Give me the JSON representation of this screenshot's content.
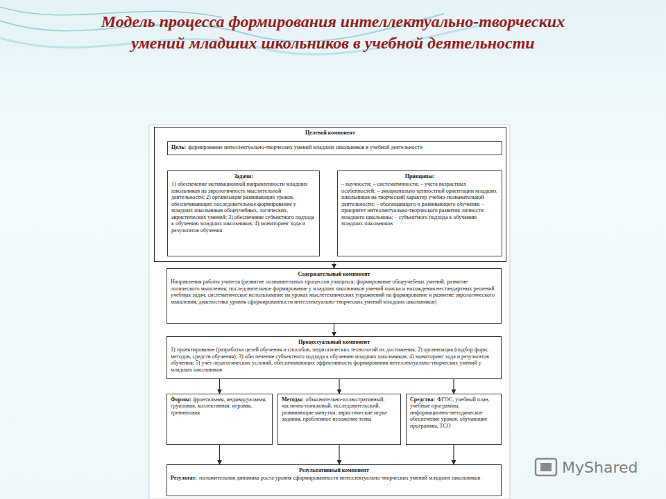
{
  "diagram": {
    "title": "Модель процесса формирования интеллектуально-творческих умений младших школьников в учебной деятельности",
    "nodes": [
      {
        "text": [
          "Целевой компонент"
        ]
      },
      {
        "text": [
          "Цель:",
          "формирование интеллектуально-творческих умений младших школьников в учебной деятельности"
        ],
        "in": 0
      },
      {
        "text": [
          "Задачи:",
          "1) обеспечение мотивационной направленности младших школьников на эврологичность мыслительной деятельности; 2) организация развивающих уроков, обеспечивающих последовательное формирование у младших школьников общеучебных, логических, эвристических умений; 3) обеспечение субъектного подхода к обучению младших школьников; 4) мониторинг хода и результатов обучения"
        ],
        "in": 0
      },
      {
        "text": [
          "Принципы:",
          "– научности; – систематичности; – учета возрастных особенностей; – эмоционально-ценностной ориентации младших школьников на творческий характер учебно-познавательной деятельности; – обогащающего и развивающего обучения; – приоритет интеллектуально-творческого развития личности младшего школьника; – субъектного подхода к обучению младших школьников"
        ],
        "in": 0
      },
      {
        "text": [
          "Содержательный компонент",
          "Направления работы учителя (развитие познавательных процессов учащихся; формирование общеучебных умений; развитие логического мышления; последовательное формирование у младших школьников умений поиска и нахождения нестандартных решений учебных задач; систематическое использование на уроках мыслетехнических упражнений на формирование и развитие эврологического мышления; диагностика уровня сформированности интеллектуально-творческих умений младших школьников)"
        ]
      },
      {
        "text": [
          "Процессуальный компонент",
          "1) проектирование (разработка целей обучения и способов, педагогических технологий их достижения; 2) организация (подбор форм, методов, средств обучения); 3) обеспечение субъектного подхода к обучению младших школьников; 4) мониторинг хода и результатов обучения; 5) учёт педагогических условий, обеспечивающих эффективность формирования интеллектуально-творческих умений у младших школьников"
        ]
      },
      {
        "text": [
          "Формы:",
          "фронтальная, индивидуальная, групповая, коллективная; игровая, тренинговая"
        ]
      },
      {
        "text": [
          "Методы:",
          "объяснительно-иллюстративный; частично-поисковый, исследовательский, развивающие минутки, эвристические игры-задания, проблемное изложение темы"
        ]
      },
      {
        "text": [
          "Средства:",
          "ФГОС, учебный план, учебные программы, информационно-методическое обеспечение уроков, обучающие программы, ТСО"
        ]
      },
      {
        "text": [
          "Результативный компонент",
          "Результат:",
          "положительная динамика роста уровня сформированности интеллектуально-творческих умений младших школьников"
        ]
      }
    ],
    "edges": [
      {
        "from": 1,
        "to": 2,
        "arrow": "to"
      },
      {
        "from": 1,
        "to": 3,
        "arrow": "to"
      },
      {
        "from": 0,
        "to": 4,
        "arrow": "to"
      },
      {
        "from": 4,
        "to": 5,
        "arrow": "to"
      },
      {
        "from": 5,
        "to": 6,
        "arrow": "to"
      },
      {
        "from": 5,
        "to": 7,
        "arrow": "to"
      },
      {
        "from": 5,
        "to": 8,
        "arrow": "to"
      },
      {
        "from": 6,
        "to": 9,
        "arrow": "to"
      },
      {
        "from": 7,
        "to": 9,
        "arrow": "to"
      },
      {
        "from": 8,
        "to": 9,
        "arrow": "to"
      }
    ],
    "labels": [
      "MyShared"
    ]
  }
}
